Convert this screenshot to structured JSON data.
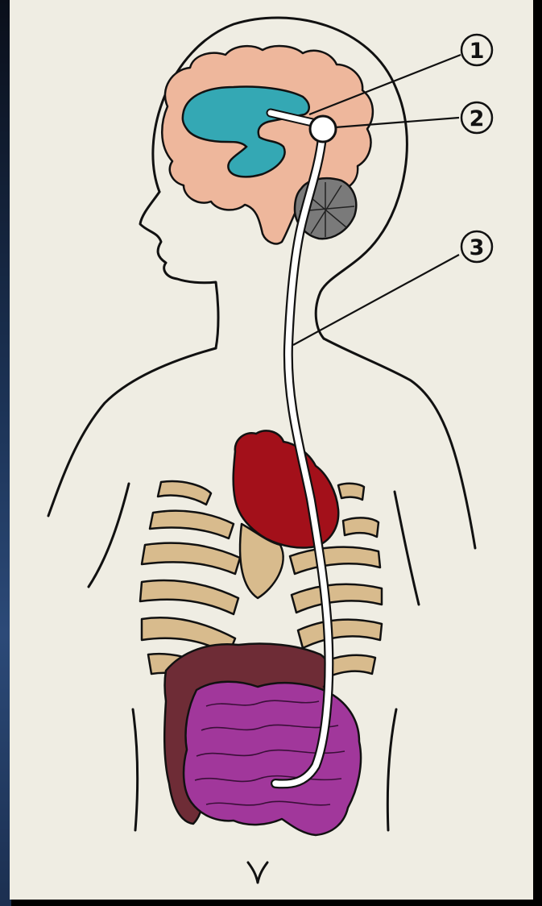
{
  "diagram": {
    "callouts": [
      {
        "id": "1",
        "label": "1"
      },
      {
        "id": "2",
        "label": "2"
      },
      {
        "id": "3",
        "label": "3"
      }
    ],
    "colors": {
      "background": "#efede3",
      "outline": "#111111",
      "brain": "#eeb79c",
      "ventricle": "#34a8b4",
      "cerebellum": "#7a7a7a",
      "heart": "#a3101a",
      "ribs": "#d8bb8d",
      "colon": "#6e2c36",
      "small_intestine": "#a1379b",
      "shunt_tube": "#ffffff"
    }
  }
}
